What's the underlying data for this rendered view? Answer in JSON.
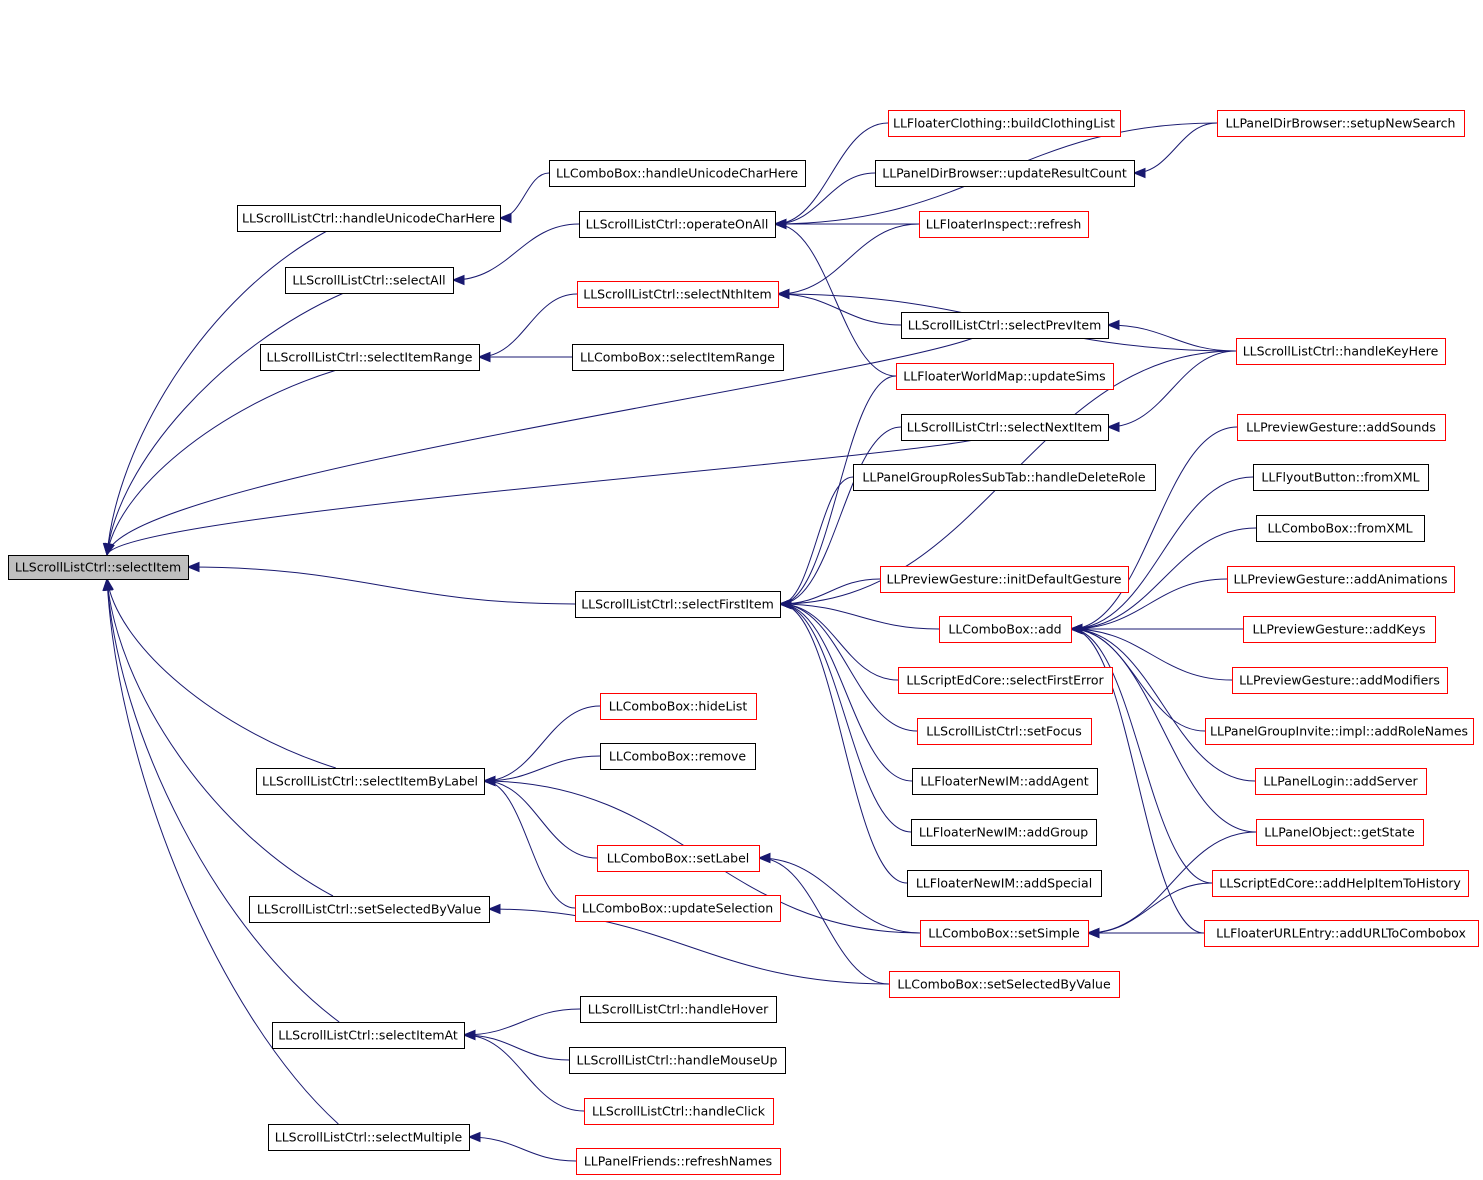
{
  "graph": {
    "root": "select-item",
    "nodes": [
      {
        "id": "select-item",
        "label": "LLScrollListCtrl::selectItem",
        "style": "root"
      },
      {
        "id": "handle-unicode-char-here",
        "label": "LLScrollListCtrl::handleUnicodeCharHere",
        "style": "black"
      },
      {
        "id": "select-all",
        "label": "LLScrollListCtrl::selectAll",
        "style": "black"
      },
      {
        "id": "select-item-range",
        "label": "LLScrollListCtrl::selectItemRange",
        "style": "black"
      },
      {
        "id": "select-item-by-label",
        "label": "LLScrollListCtrl::selectItemByLabel",
        "style": "black"
      },
      {
        "id": "set-selected-by-value",
        "label": "LLScrollListCtrl::setSelectedByValue",
        "style": "black"
      },
      {
        "id": "select-item-at",
        "label": "LLScrollListCtrl::selectItemAt",
        "style": "black"
      },
      {
        "id": "select-multiple",
        "label": "LLScrollListCtrl::selectMultiple",
        "style": "black"
      },
      {
        "id": "combo-handle-unicode-char-here",
        "label": "LLComboBox::handleUnicodeCharHere",
        "style": "black"
      },
      {
        "id": "operate-on-all",
        "label": "LLScrollListCtrl::operateOnAll",
        "style": "black"
      },
      {
        "id": "select-nth-item",
        "label": "LLScrollListCtrl::selectNthItem",
        "style": "red"
      },
      {
        "id": "combo-select-item-range",
        "label": "LLComboBox::selectItemRange",
        "style": "black"
      },
      {
        "id": "select-first-item",
        "label": "LLScrollListCtrl::selectFirstItem",
        "style": "black"
      },
      {
        "id": "combo-hide-list",
        "label": "LLComboBox::hideList",
        "style": "red"
      },
      {
        "id": "combo-remove",
        "label": "LLComboBox::remove",
        "style": "black"
      },
      {
        "id": "combo-set-label",
        "label": "LLComboBox::setLabel",
        "style": "red"
      },
      {
        "id": "combo-update-selection",
        "label": "LLComboBox::updateSelection",
        "style": "red"
      },
      {
        "id": "handle-hover",
        "label": "LLScrollListCtrl::handleHover",
        "style": "black"
      },
      {
        "id": "handle-mouse-up",
        "label": "LLScrollListCtrl::handleMouseUp",
        "style": "black"
      },
      {
        "id": "handle-click",
        "label": "LLScrollListCtrl::handleClick",
        "style": "red"
      },
      {
        "id": "friends-refresh-names",
        "label": "LLPanelFriends::refreshNames",
        "style": "red"
      },
      {
        "id": "build-clothing-list",
        "label": "LLFloaterClothing::buildClothingList",
        "style": "red"
      },
      {
        "id": "update-result-count",
        "label": "LLPanelDirBrowser::updateResultCount",
        "style": "black"
      },
      {
        "id": "inspect-refresh",
        "label": "LLFloaterInspect::refresh",
        "style": "red"
      },
      {
        "id": "select-prev-item",
        "label": "LLScrollListCtrl::selectPrevItem",
        "style": "black"
      },
      {
        "id": "world-map-update-sims",
        "label": "LLFloaterWorldMap::updateSims",
        "style": "red"
      },
      {
        "id": "select-next-item",
        "label": "LLScrollListCtrl::selectNextItem",
        "style": "black"
      },
      {
        "id": "handle-delete-role",
        "label": "LLPanelGroupRolesSubTab::handleDeleteRole",
        "style": "black"
      },
      {
        "id": "init-default-gesture",
        "label": "LLPreviewGesture::initDefaultGesture",
        "style": "red"
      },
      {
        "id": "combo-add",
        "label": "LLComboBox::add",
        "style": "red"
      },
      {
        "id": "select-first-error",
        "label": "LLScriptEdCore::selectFirstError",
        "style": "red"
      },
      {
        "id": "set-focus",
        "label": "LLScrollListCtrl::setFocus",
        "style": "red"
      },
      {
        "id": "add-agent",
        "label": "LLFloaterNewIM::addAgent",
        "style": "black"
      },
      {
        "id": "add-group",
        "label": "LLFloaterNewIM::addGroup",
        "style": "black"
      },
      {
        "id": "add-special",
        "label": "LLFloaterNewIM::addSpecial",
        "style": "black"
      },
      {
        "id": "combo-set-simple",
        "label": "LLComboBox::setSimple",
        "style": "red"
      },
      {
        "id": "combo-set-selected-by-value",
        "label": "LLComboBox::setSelectedByValue",
        "style": "red"
      },
      {
        "id": "setup-new-search",
        "label": "LLPanelDirBrowser::setupNewSearch",
        "style": "red"
      },
      {
        "id": "handle-key-here",
        "label": "LLScrollListCtrl::handleKeyHere",
        "style": "red"
      },
      {
        "id": "add-sounds",
        "label": "LLPreviewGesture::addSounds",
        "style": "red"
      },
      {
        "id": "flyout-from-xml",
        "label": "LLFlyoutButton::fromXML",
        "style": "black"
      },
      {
        "id": "combo-from-xml",
        "label": "LLComboBox::fromXML",
        "style": "black"
      },
      {
        "id": "add-animations",
        "label": "LLPreviewGesture::addAnimations",
        "style": "red"
      },
      {
        "id": "add-keys",
        "label": "LLPreviewGesture::addKeys",
        "style": "red"
      },
      {
        "id": "add-modifiers",
        "label": "LLPreviewGesture::addModifiers",
        "style": "red"
      },
      {
        "id": "add-role-names",
        "label": "LLPanelGroupInvite::impl::addRoleNames",
        "style": "red"
      },
      {
        "id": "add-server",
        "label": "LLPanelLogin::addServer",
        "style": "red"
      },
      {
        "id": "get-state",
        "label": "LLPanelObject::getState",
        "style": "red"
      },
      {
        "id": "add-help-item-to-history",
        "label": "LLScriptEdCore::addHelpItemToHistory",
        "style": "red"
      },
      {
        "id": "add-url-to-combobox",
        "label": "LLFloaterURLEntry::addURLToCombobox",
        "style": "red"
      }
    ],
    "edges": [
      [
        "handle-unicode-char-here",
        "select-item"
      ],
      [
        "select-all",
        "select-item"
      ],
      [
        "select-item-range",
        "select-item"
      ],
      [
        "select-prev-item",
        "select-item"
      ],
      [
        "select-next-item",
        "select-item"
      ],
      [
        "select-first-item",
        "select-item"
      ],
      [
        "select-item-by-label",
        "select-item"
      ],
      [
        "set-selected-by-value",
        "select-item"
      ],
      [
        "select-item-at",
        "select-item"
      ],
      [
        "select-multiple",
        "select-item"
      ],
      [
        "combo-handle-unicode-char-here",
        "handle-unicode-char-here"
      ],
      [
        "operate-on-all",
        "select-all"
      ],
      [
        "select-nth-item",
        "select-item-range"
      ],
      [
        "combo-select-item-range",
        "select-item-range"
      ],
      [
        "combo-hide-list",
        "select-item-by-label"
      ],
      [
        "combo-remove",
        "select-item-by-label"
      ],
      [
        "combo-set-label",
        "select-item-by-label"
      ],
      [
        "combo-set-simple",
        "select-item-by-label"
      ],
      [
        "combo-update-selection",
        "select-item-by-label"
      ],
      [
        "combo-set-selected-by-value",
        "set-selected-by-value"
      ],
      [
        "handle-hover",
        "select-item-at"
      ],
      [
        "handle-mouse-up",
        "select-item-at"
      ],
      [
        "handle-click",
        "select-item-at"
      ],
      [
        "friends-refresh-names",
        "select-multiple"
      ],
      [
        "build-clothing-list",
        "operate-on-all"
      ],
      [
        "update-result-count",
        "operate-on-all"
      ],
      [
        "inspect-refresh",
        "operate-on-all"
      ],
      [
        "world-map-update-sims",
        "operate-on-all"
      ],
      [
        "setup-new-search",
        "operate-on-all"
      ],
      [
        "inspect-refresh",
        "select-nth-item"
      ],
      [
        "select-prev-item",
        "select-nth-item"
      ],
      [
        "handle-key-here",
        "select-nth-item"
      ],
      [
        "world-map-update-sims",
        "select-first-item"
      ],
      [
        "select-next-item",
        "select-first-item"
      ],
      [
        "handle-delete-role",
        "select-first-item"
      ],
      [
        "init-default-gesture",
        "select-first-item"
      ],
      [
        "combo-add",
        "select-first-item"
      ],
      [
        "select-first-error",
        "select-first-item"
      ],
      [
        "set-focus",
        "select-first-item"
      ],
      [
        "add-agent",
        "select-first-item"
      ],
      [
        "add-group",
        "select-first-item"
      ],
      [
        "add-special",
        "select-first-item"
      ],
      [
        "handle-key-here",
        "select-first-item"
      ],
      [
        "combo-set-simple",
        "combo-set-label"
      ],
      [
        "combo-set-selected-by-value",
        "combo-set-label"
      ],
      [
        "setup-new-search",
        "update-result-count"
      ],
      [
        "handle-key-here",
        "select-prev-item"
      ],
      [
        "handle-key-here",
        "select-next-item"
      ],
      [
        "add-sounds",
        "combo-add"
      ],
      [
        "flyout-from-xml",
        "combo-add"
      ],
      [
        "combo-from-xml",
        "combo-add"
      ],
      [
        "add-animations",
        "combo-add"
      ],
      [
        "add-keys",
        "combo-add"
      ],
      [
        "add-modifiers",
        "combo-add"
      ],
      [
        "add-role-names",
        "combo-add"
      ],
      [
        "add-server",
        "combo-add"
      ],
      [
        "get-state",
        "combo-add"
      ],
      [
        "add-help-item-to-history",
        "combo-add"
      ],
      [
        "add-url-to-combobox",
        "combo-add"
      ],
      [
        "get-state",
        "combo-set-simple"
      ],
      [
        "add-help-item-to-history",
        "combo-set-simple"
      ],
      [
        "add-url-to-combobox",
        "combo-set-simple"
      ]
    ]
  },
  "colors": {
    "edge": "#191970",
    "root_fill": "#bfbfbf",
    "red_border": "#ff0000",
    "black_border": "#000000"
  }
}
